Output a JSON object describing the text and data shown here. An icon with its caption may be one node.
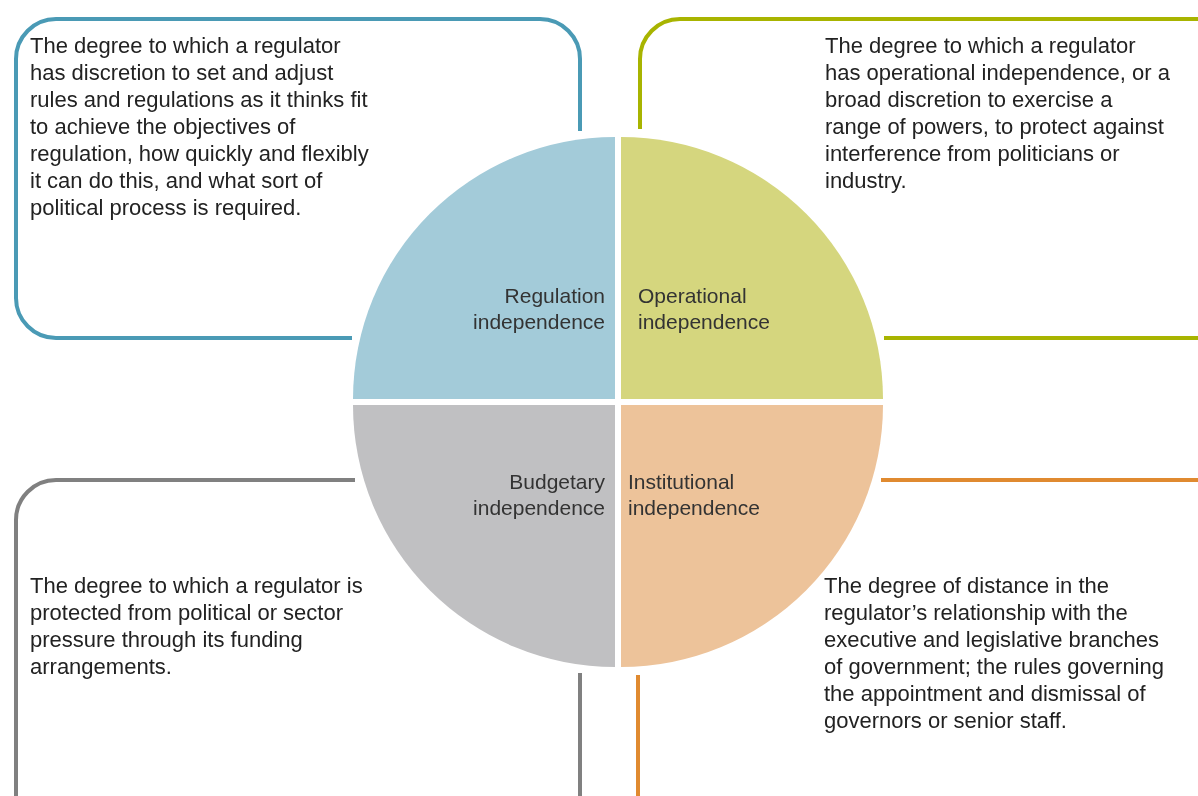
{
  "diagram": {
    "nodes": [
      {
        "text": [
          "The degree to which a regulator has discretion to set and adjust rules and regulations as it thinks fit to achieve the objectives of regulation, how quickly and flexibly it can do this, and what sort of political process is required."
        ]
      },
      {
        "text": [
          "The degree to which a regulator has operational independence, or a broad discretion to exercise a range of powers, to protect against interference from politicians or industry."
        ]
      },
      {
        "text": [
          "Regulation independence"
        ]
      },
      {
        "text": [
          "Operational independence"
        ]
      },
      {
        "text": [
          "Budgetary independence"
        ]
      },
      {
        "text": [
          "Institutional independence"
        ]
      },
      {
        "text": [
          "The degree to which a regulator is protected from political or sector pressure through its funding arrangements."
        ]
      },
      {
        "text": [
          "The degree of distance in the regulator’s relationship with the executive and legislative branches of government; the rules governing the appointment and dismissal of governors or senior staff."
        ]
      }
    ],
    "edges": []
  }
}
